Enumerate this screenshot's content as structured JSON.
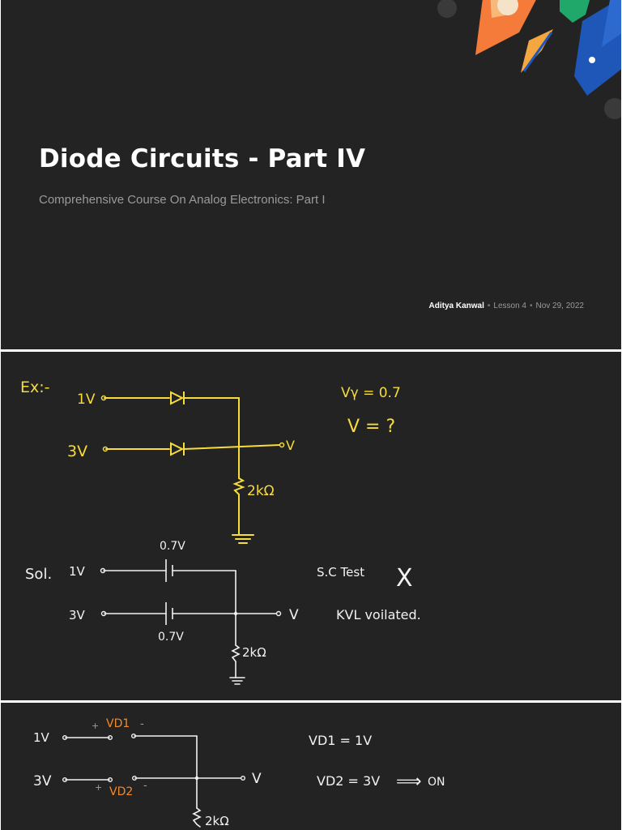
{
  "cover": {
    "title": "Diode Circuits - Part IV",
    "subtitle": "Comprehensive Course On Analog Electronics: Part I",
    "author": "Aditya Kanwal",
    "lesson": "Lesson 4",
    "date": "Nov 29, 2022",
    "separator": "•"
  },
  "example": {
    "heading": "Ex:-",
    "in1": "1V",
    "in2": "3V",
    "out": "V",
    "resistor": "2kΩ",
    "given1": "Vγ = 0.7",
    "given2": "V = ?"
  },
  "solution": {
    "heading": "Sol.",
    "in1": "1V",
    "in2": "3V",
    "src_top": "0.7V",
    "src_bottom": "0.7V",
    "out": "V",
    "resistor": "2kΩ",
    "note1": "S.C Test",
    "note1_mark": "X",
    "note2": "KVL voilated."
  },
  "part3": {
    "in1": "1V",
    "in2": "3V",
    "vd1_plus": "+",
    "vd1": "VD1",
    "vd1_minus": "-",
    "vd2_plus": "+",
    "vd2": "VD2",
    "vd2_minus": "-",
    "out": "V",
    "resistor": "2kΩ",
    "eq1": "VD1 = 1V",
    "eq2": "VD2 = 3V",
    "arrow": "⟹",
    "eq2_result": "ON"
  },
  "colors": {
    "slide_bg": "#232323",
    "ink_yellow": "#f6dc3c",
    "ink_white": "#f2f2f2",
    "ink_orange": "#f08a2c"
  }
}
